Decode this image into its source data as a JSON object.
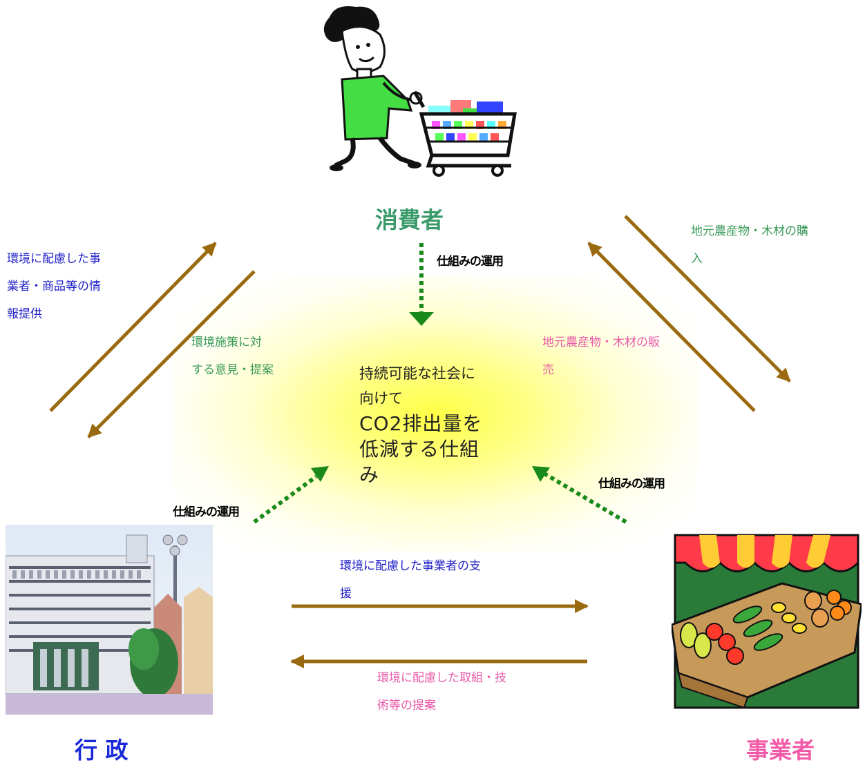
{
  "actors": {
    "consumer": "消費者",
    "government": "行 政",
    "business": "事業者"
  },
  "center": {
    "line1": "持続可能な社会に",
    "line2": "向けて",
    "line3": "CO2排出量を",
    "line4": "低減する仕組",
    "line5": "み"
  },
  "operation_label": "仕組みの運用",
  "flows": {
    "gov_to_consumer": [
      "環境に配慮した事",
      "業者・商品等の情",
      "報提供"
    ],
    "consumer_to_gov": [
      "環境施策に対",
      "する意見・提案"
    ],
    "consumer_to_business": [
      "地元農産物・木材の購",
      "入"
    ],
    "business_to_consumer": [
      "地元農産物・木材の販",
      "売"
    ],
    "gov_to_business": [
      "環境に配慮した事業者の支",
      "援"
    ],
    "business_to_gov": [
      "環境に配慮した取組・技",
      "術等の提案"
    ]
  },
  "colors": {
    "consumer": "#3a9a6a",
    "government": "#1a2ad8",
    "business": "#f25aa8",
    "brown_arrow": "#9a6a10",
    "green_dotted": "#1a8a1a",
    "glow": "#ffff55"
  }
}
